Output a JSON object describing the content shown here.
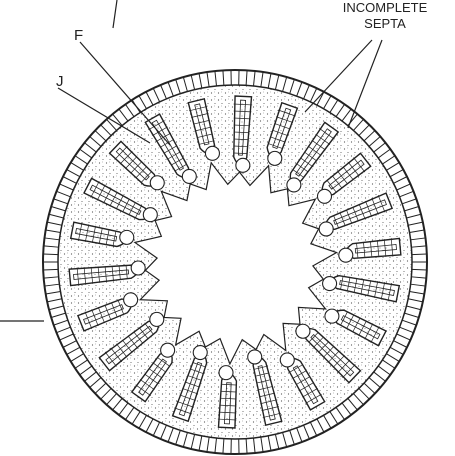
{
  "diagram": {
    "labels": {
      "top_right_line1": "INCOMPLETE",
      "top_right_line2": "SEPTA",
      "left_letter_f": "F",
      "left_letter_j": "J"
    },
    "colors": {
      "ink": "#222222",
      "paper": "#ffffff",
      "stipple": "#555555"
    }
  }
}
